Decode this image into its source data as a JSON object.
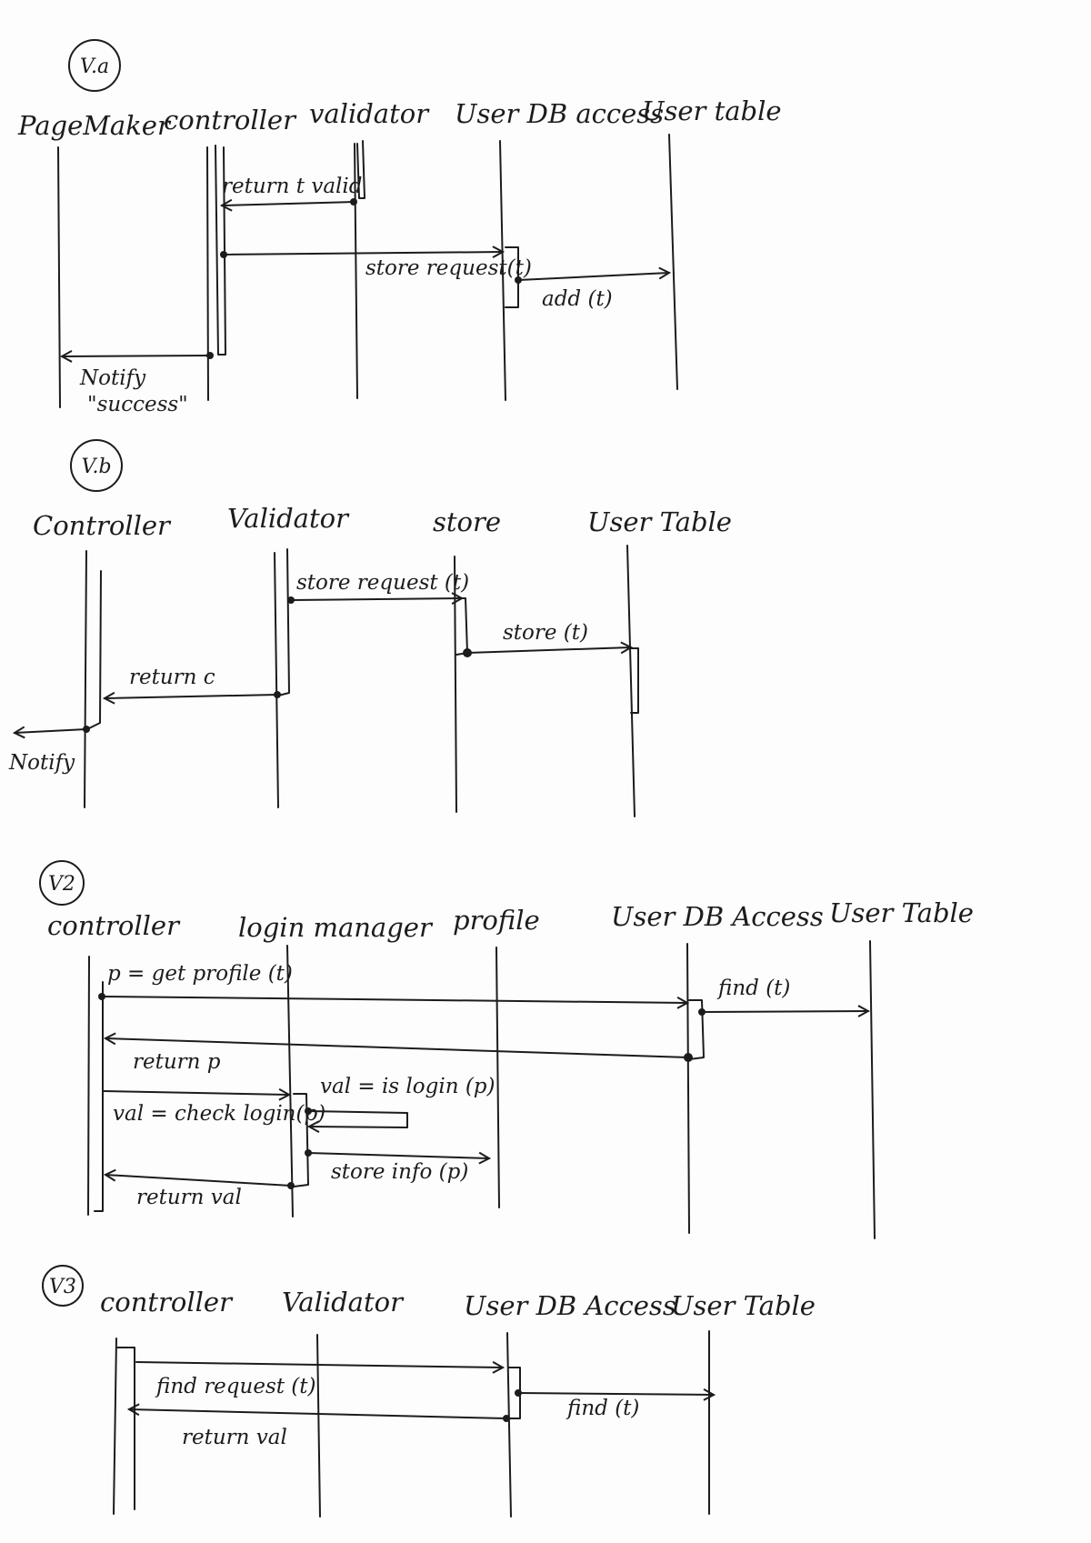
{
  "diagrams": [
    {
      "tag": "V.a",
      "participants": [
        "PageMaker",
        "controller",
        "validator",
        "User DB access",
        "User table"
      ],
      "messages": [
        {
          "label": "return t valid",
          "from": "validator",
          "to": "controller"
        },
        {
          "label": "store request(t)",
          "from": "controller",
          "to": "User DB access"
        },
        {
          "label": "add (t)",
          "from": "User DB access",
          "to": "User table"
        },
        {
          "label": "Notify",
          "label2": "\"success\"",
          "from": "controller",
          "to": "PageMaker"
        }
      ]
    },
    {
      "tag": "V.b",
      "participants": [
        "Controller",
        "Validator",
        "store",
        "User Table"
      ],
      "messages": [
        {
          "label": "store request (t)",
          "from": "Validator",
          "to": "store"
        },
        {
          "label": "store (t)",
          "from": "store",
          "to": "User Table"
        },
        {
          "label": "return c",
          "from": "Validator",
          "to": "Controller"
        },
        {
          "label": "Notify",
          "from": "Controller",
          "to": "outside"
        }
      ]
    },
    {
      "tag": "V2",
      "participants": [
        "controller",
        "login manager",
        "profile",
        "User DB Access",
        "User Table"
      ],
      "messages": [
        {
          "label": "p = get profile (t)",
          "from": "controller",
          "to": "User DB Access"
        },
        {
          "label": "find (t)",
          "from": "User DB Access",
          "to": "User Table"
        },
        {
          "label": "return p",
          "from": "User DB Access",
          "to": "controller"
        },
        {
          "label": "val = check login(p)",
          "from": "controller",
          "to": "login manager"
        },
        {
          "label": "val = is login (p)",
          "from": "login manager",
          "to": "login manager"
        },
        {
          "label": "store info (p)",
          "from": "login manager",
          "to": "profile"
        },
        {
          "label": "return val",
          "from": "login manager",
          "to": "controller"
        }
      ]
    },
    {
      "tag": "V3",
      "participants": [
        "controller",
        "Validator",
        "User DB Access",
        "User Table"
      ],
      "messages": [
        {
          "label": "find request (t)",
          "from": "controller",
          "to": "User DB Access"
        },
        {
          "label": "find (t)",
          "from": "User DB Access",
          "to": "User Table"
        },
        {
          "label": "return val",
          "from": "User DB Access",
          "to": "controller"
        }
      ]
    }
  ]
}
